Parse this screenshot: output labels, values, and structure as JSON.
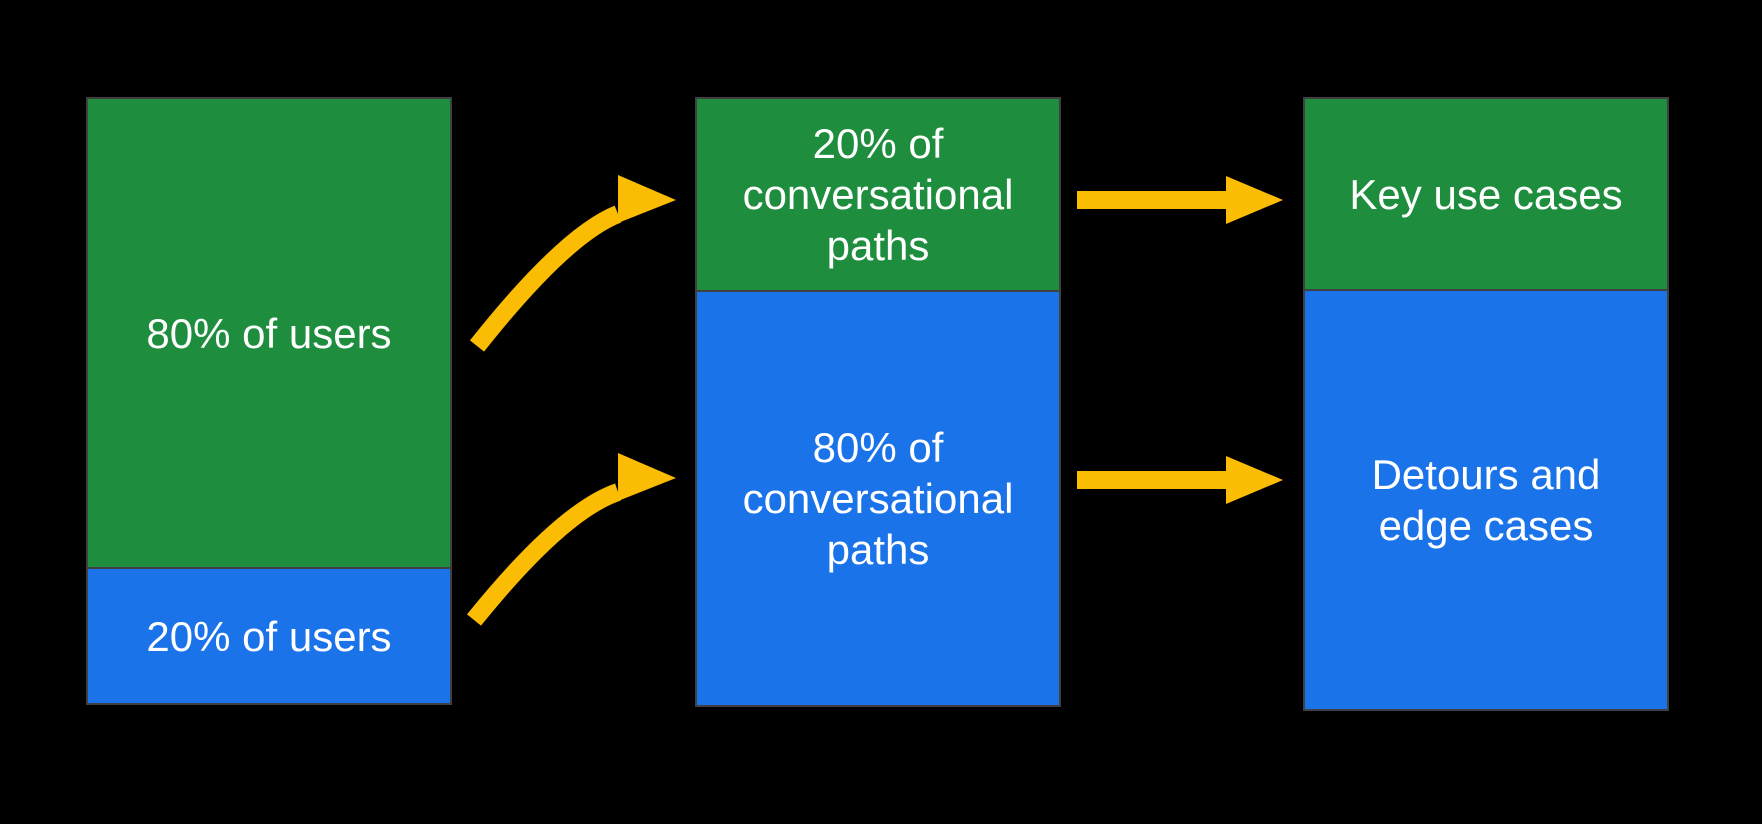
{
  "colors": {
    "background": "#000000",
    "segment_green": "#1E8E3E",
    "segment_blue": "#1A73E8",
    "arrow": "#FBBC04",
    "block_border": "#3E4042",
    "label_text": "#FFFFFF"
  },
  "columns": [
    {
      "name": "users",
      "segments": [
        {
          "label": "80% of users"
        },
        {
          "label": "20% of users"
        }
      ]
    },
    {
      "name": "conversational-paths",
      "segments": [
        {
          "label": "20% of\nconversational\npaths"
        },
        {
          "label": "80% of\nconversational\npaths"
        }
      ]
    },
    {
      "name": "use-cases",
      "segments": [
        {
          "label": "Key use cases"
        },
        {
          "label": "Detours and\nedge cases"
        }
      ]
    }
  ],
  "arrows": [
    {
      "from": "80% of users",
      "to": "20% of conversational paths",
      "shape": "curved"
    },
    {
      "from": "20% of users",
      "to": "80% of conversational paths",
      "shape": "curved"
    },
    {
      "from": "20% of conversational paths",
      "to": "Key use cases",
      "shape": "straight"
    },
    {
      "from": "80% of conversational paths",
      "to": "Detours and edge cases",
      "shape": "straight"
    }
  ]
}
